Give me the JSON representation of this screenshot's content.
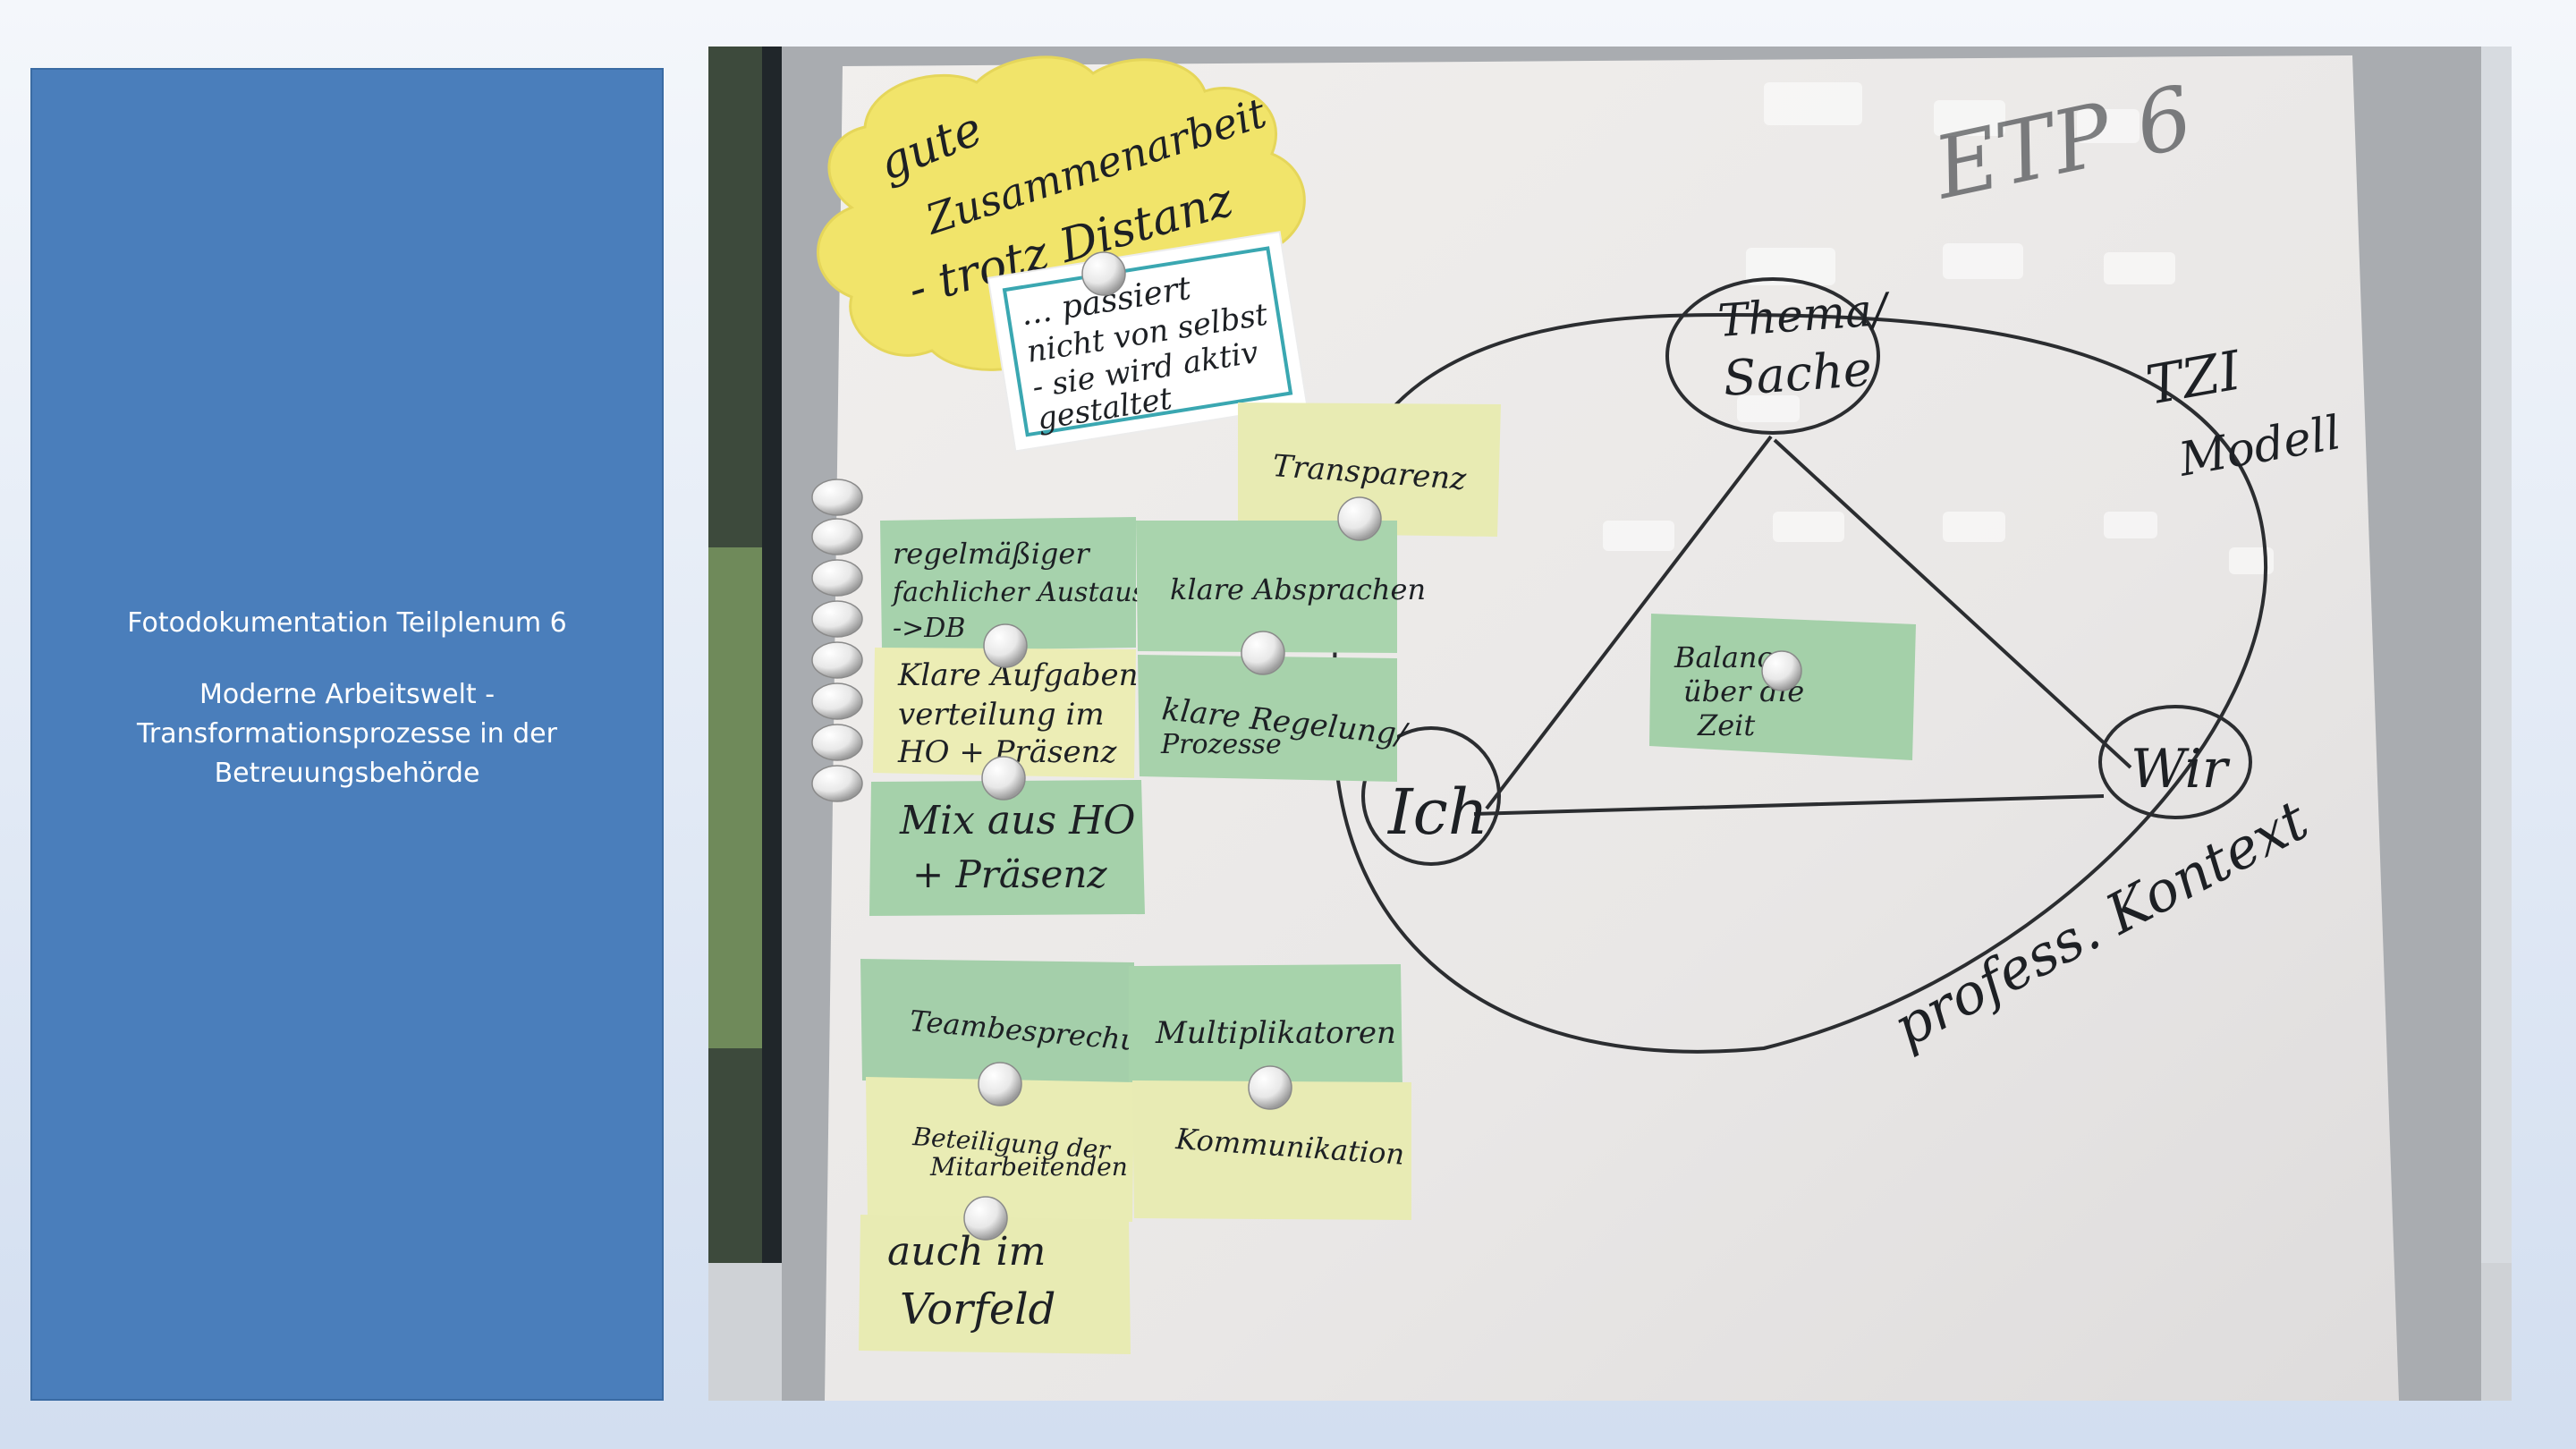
{
  "caption": {
    "line1": "Fotodokumentation Teilplenum 6",
    "line2": "Moderne Arbeitswelt -",
    "line3": "Transformationsprozesse in der",
    "line4": "Betreuungsbehörde"
  },
  "whiteboard": {
    "corner_scribble": "ETP 6",
    "cloud": {
      "line1": "gute",
      "line2": "Zusammenarbeit",
      "line3": "- trotz Distanz"
    },
    "note_card": {
      "line1": "... passiert",
      "line2": "nicht von selbst",
      "line3": "- sie wird aktiv",
      "line4": "gestaltet"
    },
    "sticky_notes": {
      "transparenz": "Transparenz",
      "austausch": [
        "regelmäßiger",
        "fachlicher Austausch",
        "->DB"
      ],
      "absprachen": "klare Absprachen",
      "aufgaben": [
        "Klare Aufgaben",
        "verteilung im",
        "HO + Präsenz"
      ],
      "regelungen": [
        "klare Regelung/",
        "Prozesse"
      ],
      "mix": [
        "Mix aus HO",
        "+ Präsenz"
      ],
      "teambesprechung": "Teambesprechung",
      "multiplikatoren": "Multiplikatoren",
      "beteiligung": [
        "Beteiligung der",
        "Mitarbeitenden"
      ],
      "kommunikation": "Kommunikation",
      "vorfeld": [
        "auch im",
        "Vorfeld"
      ],
      "balance": [
        "Balance",
        "über die",
        "Zeit"
      ]
    },
    "tzi": {
      "title1": "TZI",
      "title2": "Modell",
      "thema": [
        "Thema/",
        "Sache"
      ],
      "ich": "Ich",
      "wir": "Wir",
      "kontext": "profess. Kontext"
    }
  }
}
